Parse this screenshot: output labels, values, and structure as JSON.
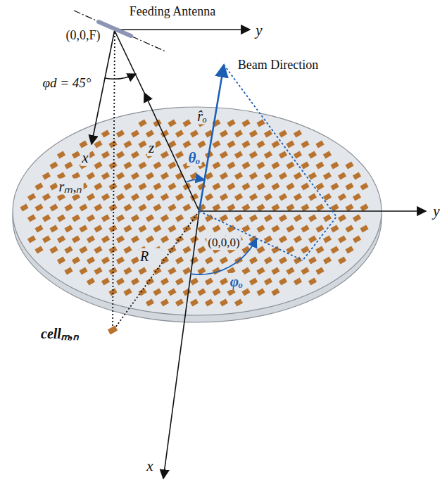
{
  "diagram": {
    "labels": [
      "Feeding Antenna",
      "(0,0,F)",
      "y",
      "Beam Direction",
      "φd = 45°",
      "r̂ₒ",
      "θₒ",
      "x",
      "z",
      "rₘ,ₙ",
      "(0,0,0)",
      "R⃗",
      "y",
      "cellₘ,ₙ",
      "φₒ",
      "x"
    ]
  }
}
